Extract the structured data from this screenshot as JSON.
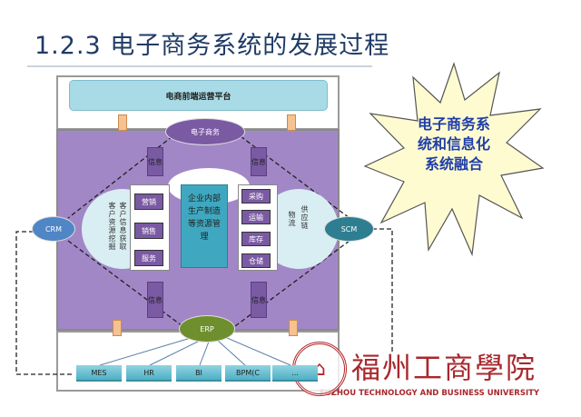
{
  "title": "1.2.3 电子商务系统的发展过程",
  "diagram": {
    "platform": "电商前端运营平台",
    "ecommerce": "电子商务",
    "info_label": "信息",
    "crm": "CRM",
    "scm": "SCM",
    "erp": "ERP",
    "left_cloud": [
      "客户信息获取",
      "客户资源挖掘"
    ],
    "right_cloud": [
      "供应链",
      "物流"
    ],
    "left_items": [
      "营销",
      "销售",
      "服务"
    ],
    "center": "企业内部生产制造等资源管理",
    "right_items": [
      "采购",
      "运输",
      "库存",
      "仓储"
    ],
    "systems": [
      "MES",
      "HR",
      "BI",
      "BPM(C",
      "..."
    ]
  },
  "callout": "电子商务系统和信息化系统融合",
  "logo": {
    "name": "福州工商學院",
    "english": "FUZHOU TECHNOLOGY AND BUSINESS UNIVERSITY"
  }
}
